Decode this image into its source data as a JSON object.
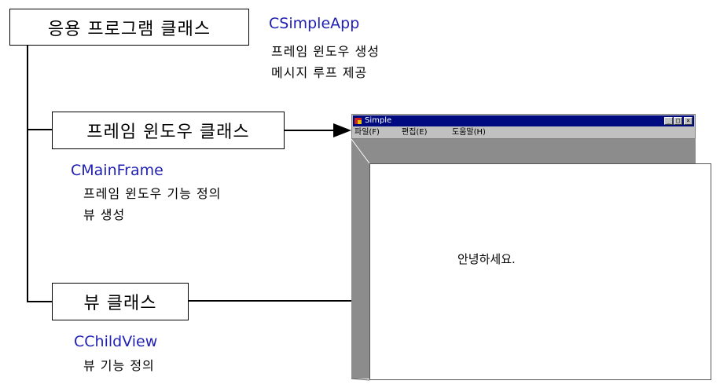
{
  "app": {
    "box_label": "응용 프로그램 클래스",
    "class_name": "CSimpleApp",
    "desc": [
      "프레임 윈도우 생성",
      "메시지 루프 제공"
    ]
  },
  "frame": {
    "box_label": "프레임 윈도우 클래스",
    "class_name": "CMainFrame",
    "desc": [
      "프레임 윈도우 기능 정의",
      "뷰 생성"
    ]
  },
  "view": {
    "box_label": "뷰 클래스",
    "class_name": "CChildView",
    "desc": [
      "뷰 기능 정의"
    ]
  },
  "window": {
    "title": "Simple",
    "menu": [
      "파일(F)",
      "편집(E)",
      "도움말(H)"
    ],
    "buttons": [
      "_",
      "□",
      "×"
    ],
    "content_text": "안녕하세요."
  },
  "colors": {
    "class_name": "#1f1fb4",
    "titlebar": "#000a80"
  }
}
